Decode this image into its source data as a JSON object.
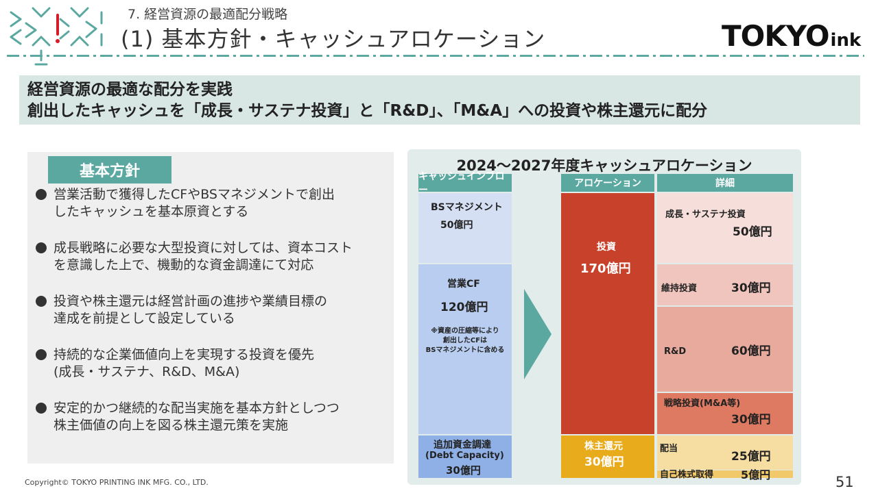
{
  "header": {
    "section": "7. 経営資源の最適配分戦略",
    "title": "(1) 基本方針・キャッシュアロケーション",
    "brand_main": "TOKYO",
    "brand_sub": "ink"
  },
  "summary": {
    "line1": "経営資源の最適な配分を実践",
    "line2": "創出したキャッシュを「成長・サステナ投資」と「R&D」、「M&A」への投資や株主還元に配分"
  },
  "policy": {
    "tab": "基本方針",
    "bullets": [
      {
        "l1": "営業活動で獲得したCFやBSマネジメントで創出",
        "l2": "したキャッシュを基本原資とする"
      },
      {
        "l1": "成長戦略に必要な大型投資に対しては、資本コスト",
        "l2": "を意識した上で、機動的な資金調達にて対応"
      },
      {
        "l1": "投資や株主還元は経営計画の進捗や業績目標の",
        "l2": "達成を前提として設定している"
      },
      {
        "l1": "持続的な企業価値向上を実現する投資を優先",
        "l2": "(成長・サステナ、R&D、M&A)"
      },
      {
        "l1": "安定的かつ継続的な配当実施を基本方針としつつ",
        "l2": "株主価値の向上を図る株主還元策を実施"
      }
    ]
  },
  "allocation": {
    "title": "2024〜2027年度キャッシュアロケーション",
    "headers": {
      "inflow": "キャッシュインフロー",
      "allocation": "アロケーション",
      "detail": "詳細"
    },
    "inflow": {
      "bs_label": "BSマネジメント",
      "bs_value": "50億円",
      "cf_label": "営業CF",
      "cf_value": "120億円",
      "cf_note1": "※資産の圧縮等により",
      "cf_note2": "創出したCFは",
      "cf_note3": "BSマネジメントに含める",
      "debt_label": "追加資金調達",
      "debt_sub": "(Debt Capacity)",
      "debt_value": "30億円"
    },
    "alloc": {
      "invest_label": "投資",
      "invest_value": "170億円",
      "return_label": "株主還元",
      "return_value": "30億円"
    },
    "detail": {
      "growth_label": "成長・サステナ投資",
      "growth_value": "50億円",
      "maint_label": "維持投資",
      "maint_value": "30億円",
      "rd_label": "R&D",
      "rd_value": "60億円",
      "ma_label": "戦略投資(M&A等)",
      "ma_value": "30億円",
      "div_label": "配当",
      "div_value": "25億円",
      "buyback_label": "自己株式取得",
      "buyback_value": "5億円"
    },
    "colors": {
      "teal": "#5ba8a0",
      "bs": "#d5dff4",
      "cf": "#b9cdf0",
      "debt": "#8fb0e6",
      "invest": "#c8412b",
      "return": "#e8ab1c",
      "growth": "#f6dfda",
      "maint": "#f0c5bd",
      "rd": "#e8aa9c",
      "ma": "#df7a62",
      "div": "#f6dda2",
      "buyback": "#f1c96a"
    }
  },
  "footer": {
    "copyright": "Copyright© TOKYO PRINTING INK MFG. CO., LTD.",
    "page": "51"
  }
}
